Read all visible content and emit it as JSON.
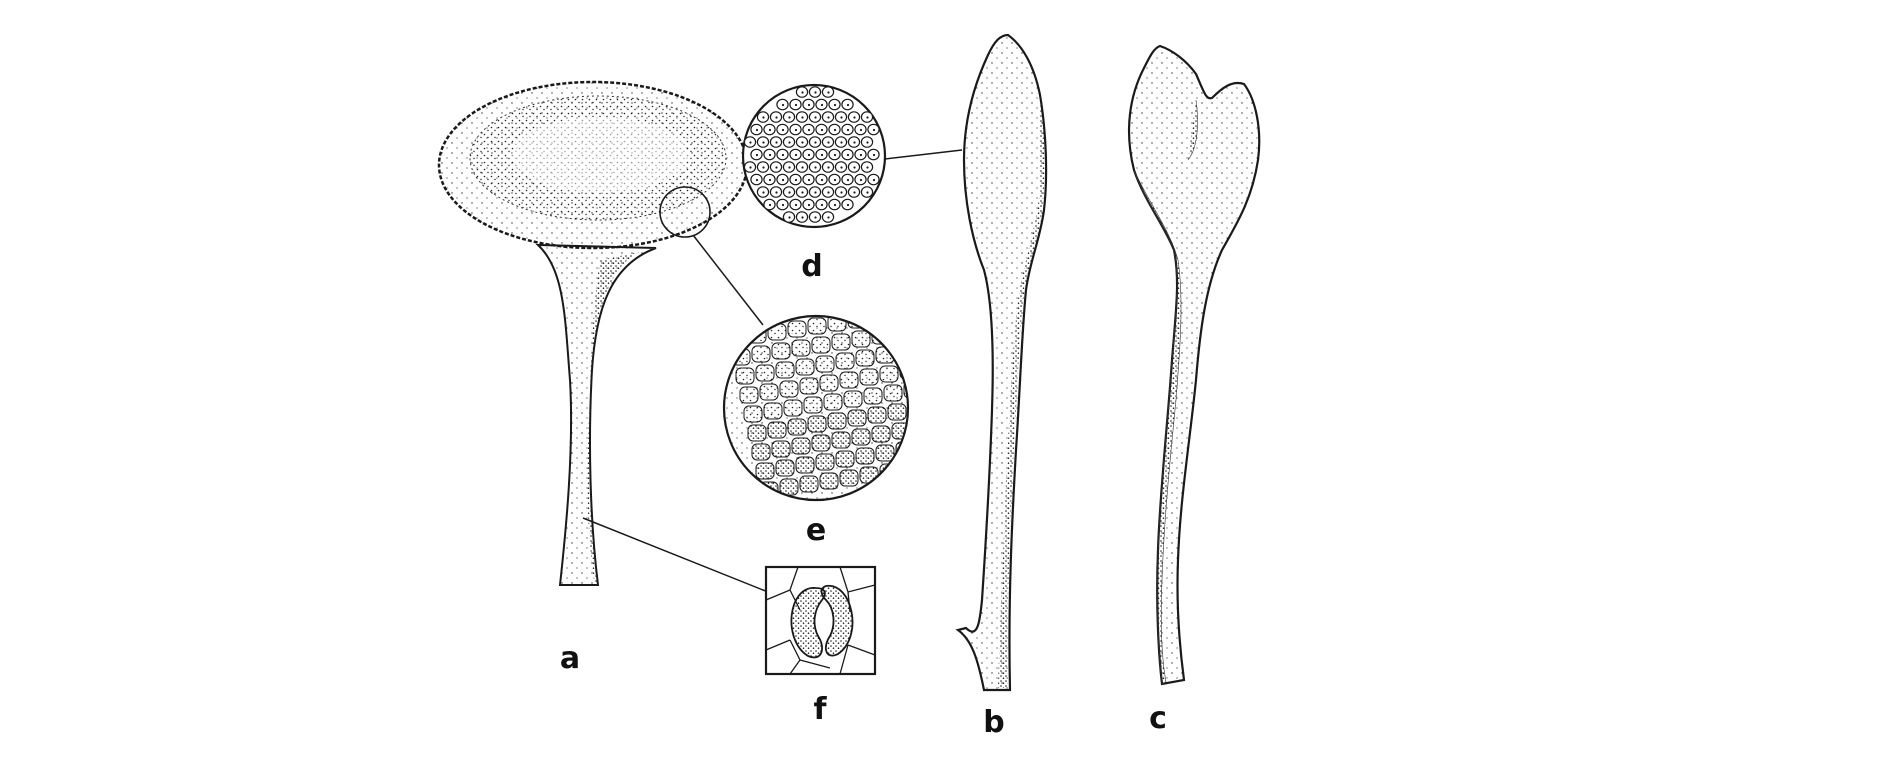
{
  "figure": {
    "panel_labels": {
      "a": "a",
      "b": "b",
      "c": "c",
      "d": "d",
      "e": "e",
      "f": "f"
    },
    "colors": {
      "ink": "#1a1a1a",
      "background": "#ffffff"
    }
  }
}
